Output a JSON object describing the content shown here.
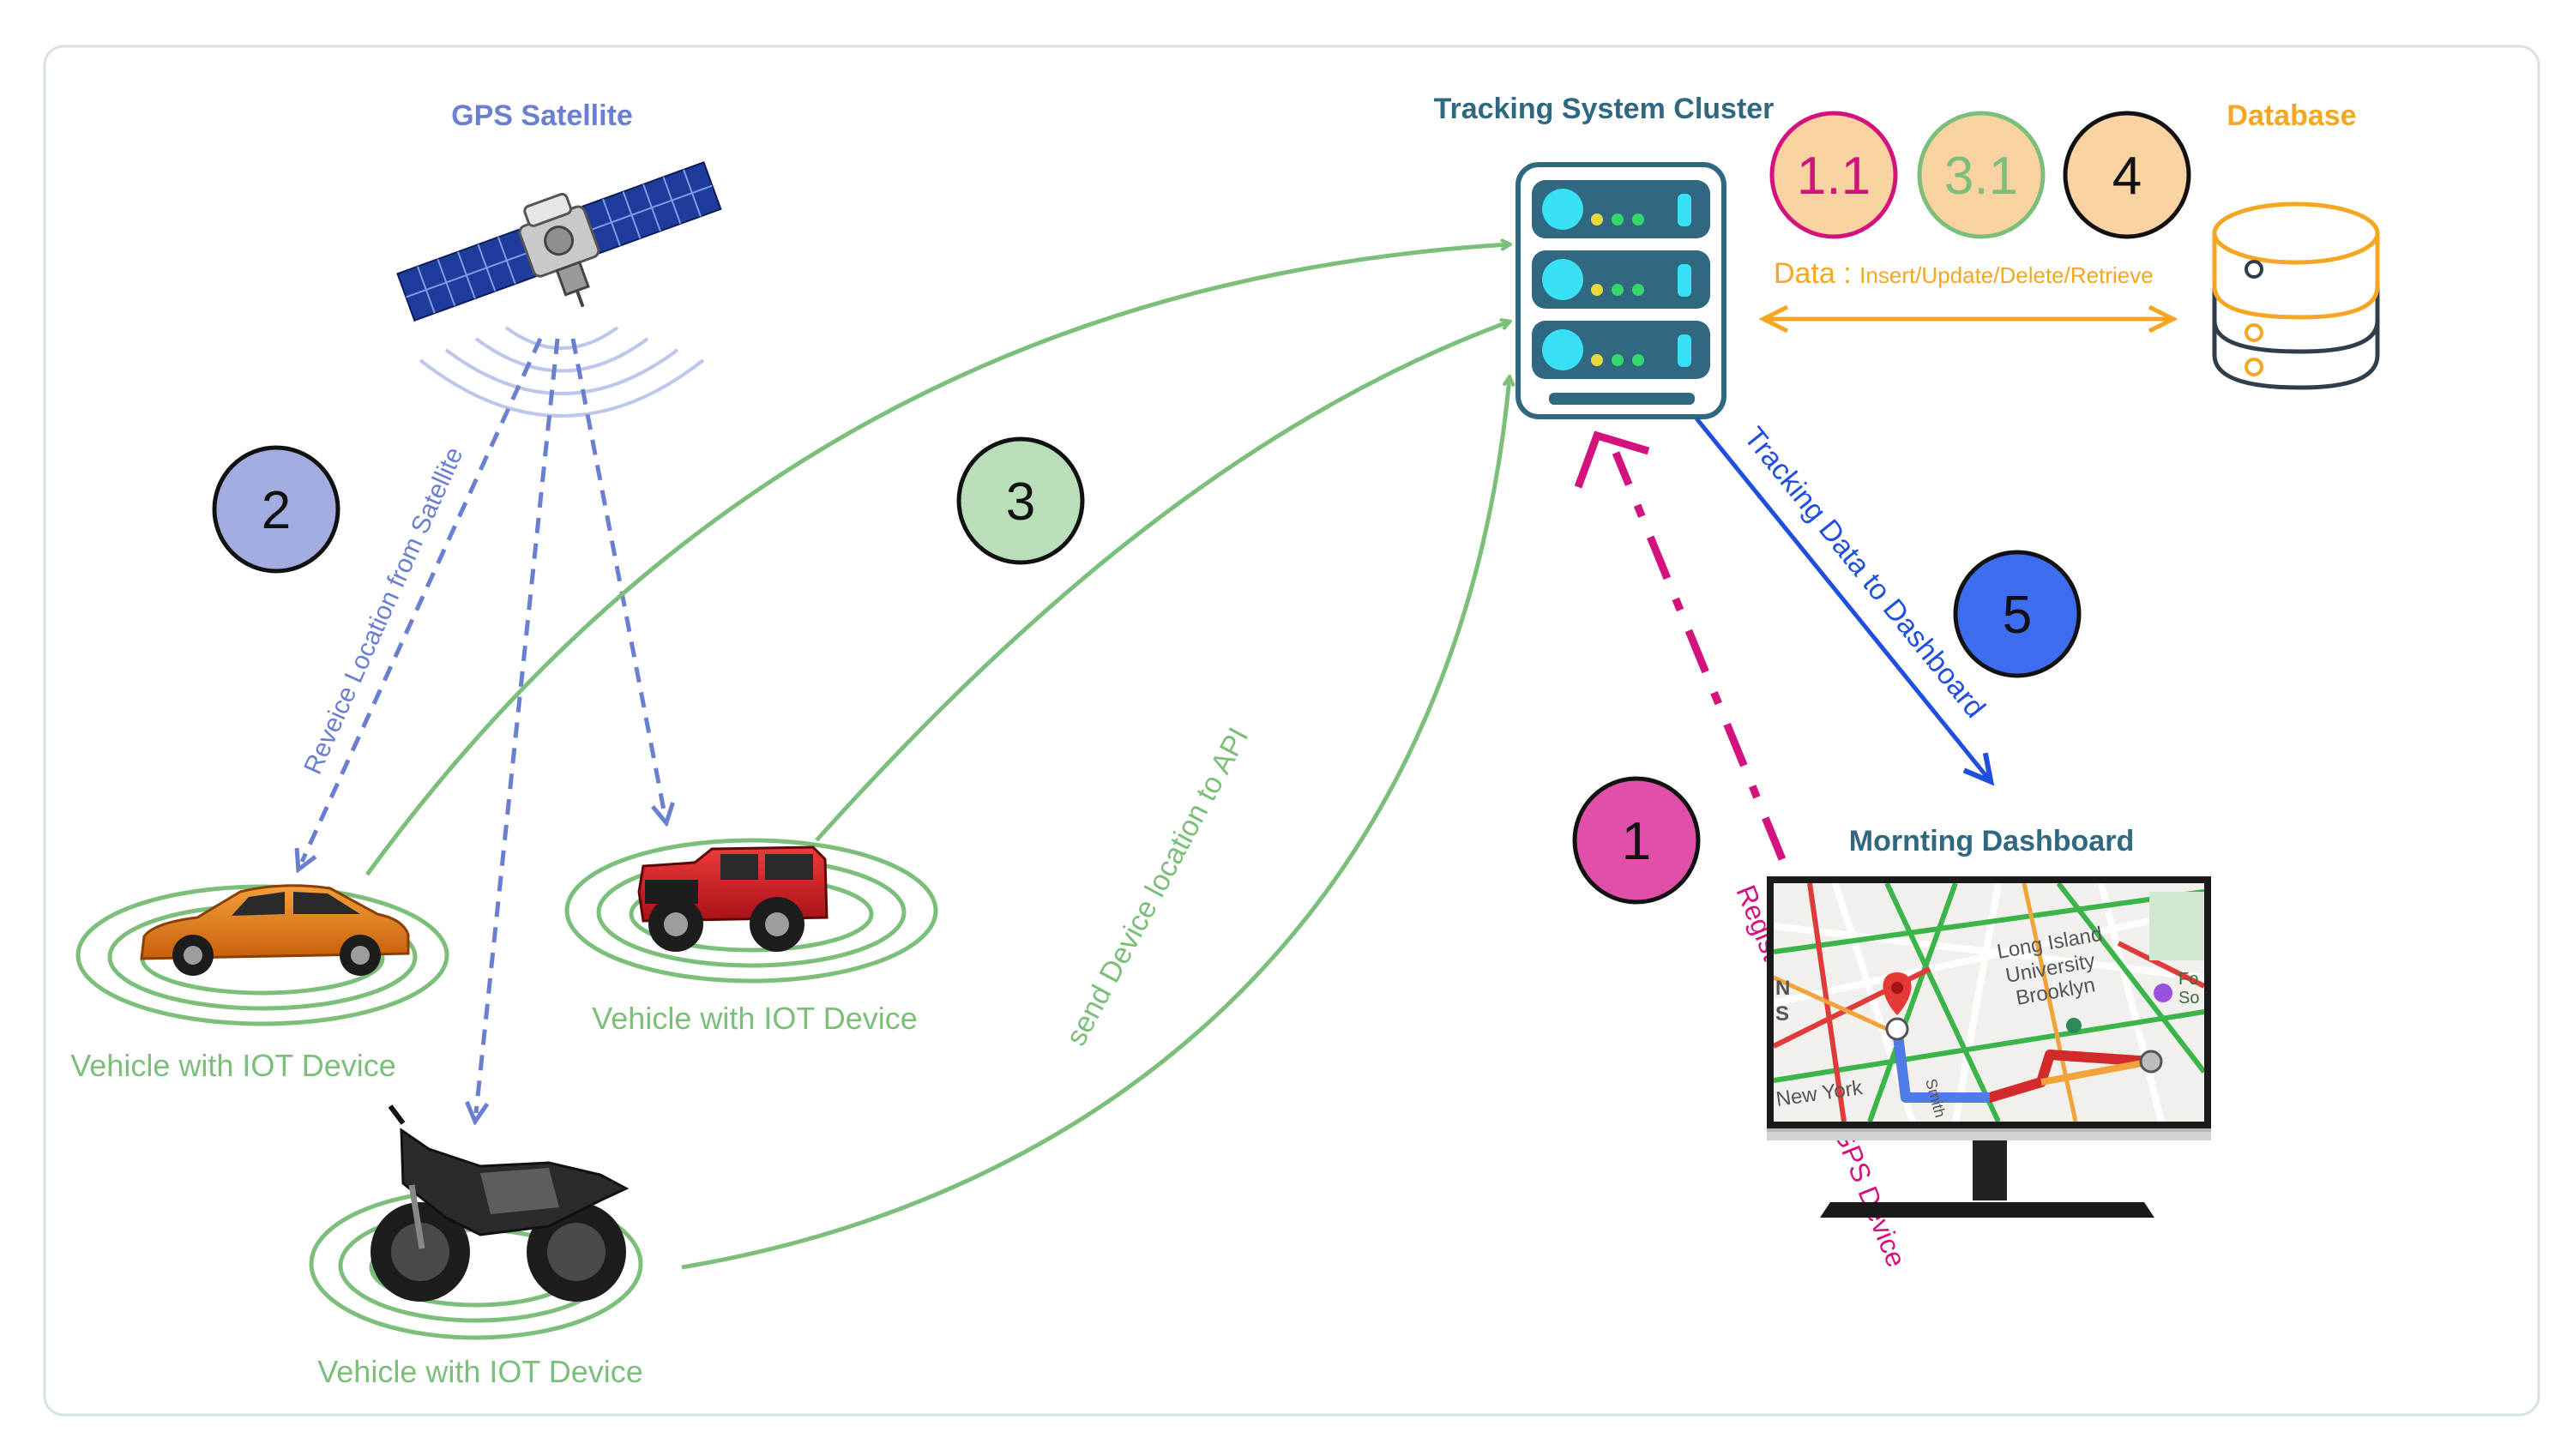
{
  "colors": {
    "frame": "#d6e2e8",
    "gps": "#6b7fd1",
    "vehicle_green": "#7bbf7b",
    "cluster_text": "#2f6880",
    "database_orange": "#f5a623",
    "register_magenta": "#d4127e",
    "tracking_blue": "#1f4fdc",
    "server_blue": "#2f6880",
    "server_cyan": "#37e0f2",
    "led_yellow": "#e8d93a",
    "led_green": "#35d86b",
    "car_orange": "#e87a14",
    "jeep_red": "#d41f24",
    "bike_dark": "#2b2b2d"
  },
  "nodes": {
    "gps_satellite": {
      "title": "GPS Satellite",
      "icon": "satellite-icon"
    },
    "tracking_cluster": {
      "title": "Tracking System Cluster",
      "icon": "server-rack-icon"
    },
    "database": {
      "title": "Database",
      "icon": "database-icon"
    },
    "dashboard": {
      "title": "Mornting Dashboard",
      "icon": "monitor-map-icon"
    },
    "vehicle_car": {
      "label": "Vehicle with IOT Device",
      "icon": "car-icon"
    },
    "vehicle_jeep": {
      "label": "Vehicle with IOT Device",
      "icon": "jeep-icon"
    },
    "vehicle_bike": {
      "label": "Vehicle with IOT Device",
      "icon": "motorcycle-icon"
    }
  },
  "edges": {
    "receive_location": "Reveice Location from Satellite",
    "send_location": "send Device location to API",
    "register": "Register Vehicle and GPS Device",
    "tracking_data": "Tracking Data to Dashboard",
    "data_ops_prefix": "Data : ",
    "data_ops": "Insert/Update/Delete/Retrieve"
  },
  "badges": [
    {
      "text": "1.1",
      "fill": "#fbd3a2",
      "stroke": "#d4127e",
      "text_color": "#d4127e"
    },
    {
      "text": "3.1",
      "fill": "#fbd3a2",
      "stroke": "#7bbf7b",
      "text_color": "#7bbf7b"
    },
    {
      "text": "4",
      "fill": "#fbd3a2",
      "stroke": "#111111",
      "text_color": "#111111"
    },
    {
      "text": "2",
      "fill": "#a3ace0",
      "stroke": "#111111",
      "text_color": "#111111"
    },
    {
      "text": "3",
      "fill": "#b9deb9",
      "stroke": "#111111",
      "text_color": "#111111"
    },
    {
      "text": "5",
      "fill": "#3d6ef0",
      "stroke": "#111111",
      "text_color": "#111111"
    },
    {
      "text": "1",
      "fill": "#e04fa8",
      "stroke": "#111111",
      "text_color": "#111111"
    }
  ],
  "map": {
    "labels": [
      "Long Island",
      "University",
      "Brooklyn",
      "New York",
      "Smith St",
      "N",
      "S",
      "Fo",
      "So"
    ]
  }
}
